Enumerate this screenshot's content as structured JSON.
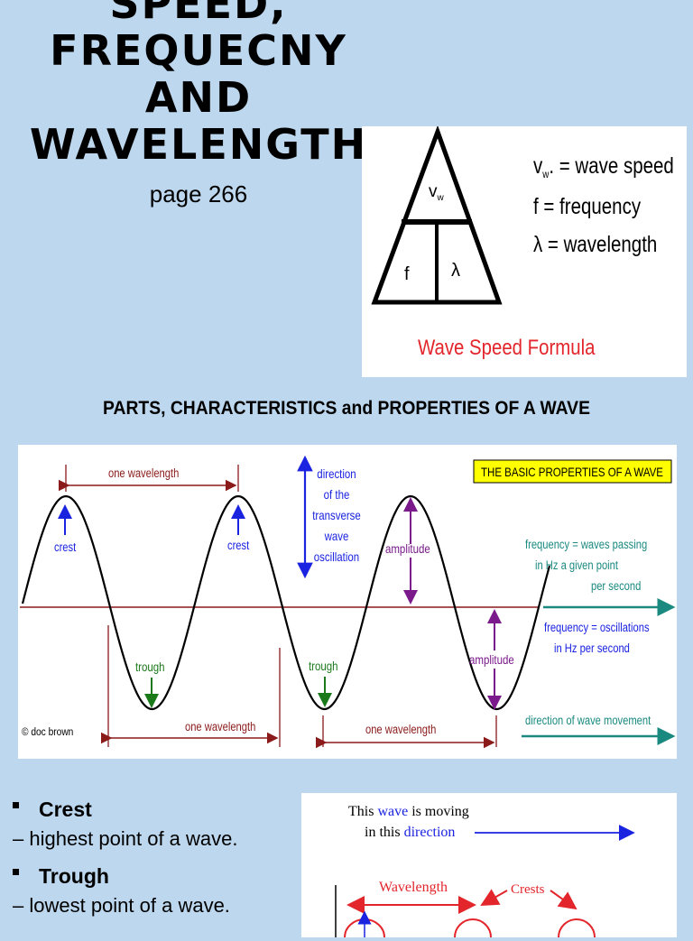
{
  "slide": {
    "title_line1": "SPEED,",
    "title_line2": "FREQUECNY",
    "title_line3": "AND",
    "title_line4": "WAVELENGTH",
    "subtitle": "page 266",
    "section_heading": "PARTS, CHARACTERISTICS and PROPERTIES OF A WAVE"
  },
  "formula": {
    "top": "v",
    "top_sub": "w",
    "left": "f",
    "right": "λ",
    "legend1_sym": "v",
    "legend1_sub": "w",
    "legend1_text": ". = wave speed",
    "legend2": "f = frequency",
    "legend3": "λ = wavelength",
    "caption": "Wave Speed Formula",
    "caption_color": "#e3262b"
  },
  "wave_diagram": {
    "banner": "THE BASIC PROPERTIES OF A WAVE",
    "one_wavelength": "one wavelength",
    "crest": "crest",
    "trough": "trough",
    "amplitude": "amplitude",
    "direction_lines": [
      "direction",
      "of the",
      "transverse",
      "wave",
      "oscillation"
    ],
    "freq1_lines": [
      "frequency = waves passing",
      "in Hz        a given point",
      "per second"
    ],
    "freq2_lines": [
      "frequency = oscillations",
      "in Hz          per second"
    ],
    "direction_movement": "direction of wave movement",
    "credit": "© doc brown",
    "colors": {
      "dark_red": "#8b1a1a",
      "blue": "#1a23e0",
      "green": "#1a7a1a",
      "purple": "#7a1a8b",
      "teal": "#1a8a80"
    }
  },
  "bullets": [
    {
      "term": "Crest",
      "desc": "– highest point of a wave."
    },
    {
      "term": "Trough",
      "desc": "– lowest point of a wave."
    }
  ],
  "moving_wave": {
    "line1_a": "This ",
    "line1_b": "wave",
    "line1_c": " is moving",
    "line2_a": "in this ",
    "line2_b": "direction",
    "wavelength": "Wavelength",
    "crests": "Crests"
  }
}
